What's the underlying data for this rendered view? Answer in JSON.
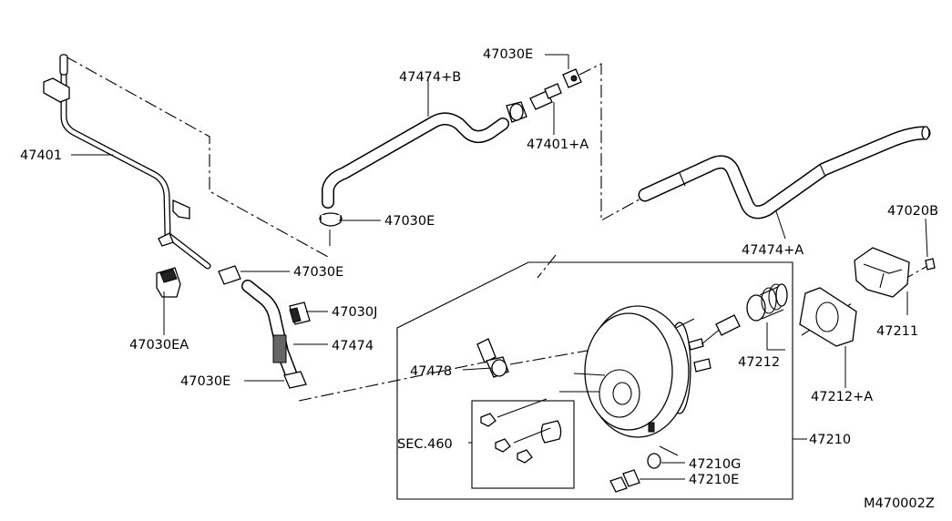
{
  "diagram": {
    "callouts": {
      "p47401": "47401",
      "p47474b": "47474+B",
      "p47030e_top": "47030E",
      "p47401a": "47401+A",
      "p47030e_mid": "47030E",
      "p47030e_lower": "47030E",
      "p47030ea": "47030EA",
      "p47030j": "47030J",
      "p47474": "47474",
      "p47030e_bottom": "47030E",
      "p47478": "47478",
      "sec460": "SEC.460",
      "p47474a": "47474+A",
      "p47020b": "47020B",
      "p47211": "47211",
      "p47212": "47212",
      "p47212a": "47212+A",
      "p47210": "47210",
      "p47210g": "47210G",
      "p47210e": "47210E"
    },
    "figure_code": "M470002Z"
  }
}
